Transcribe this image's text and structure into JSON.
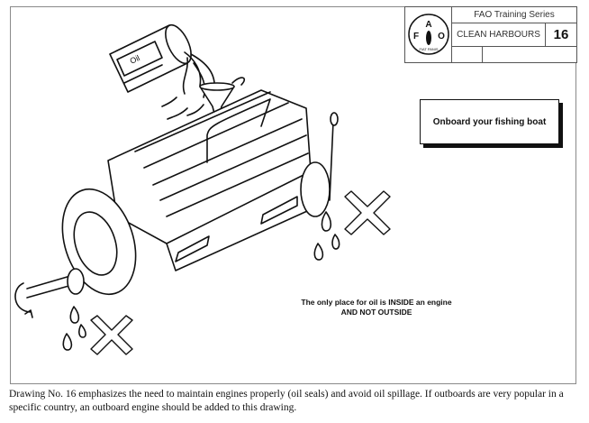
{
  "title_block": {
    "logo_text": "FAO",
    "logo_motto": "FIAT PANIS",
    "series": "FAO Training Series",
    "module": "CLEAN HARBOURS",
    "drawing_number": "16"
  },
  "labels": {
    "oil_can": "Oil",
    "onboard_box": "Onboard your fishing boat",
    "message_line1": "The only place for oil is INSIDE an engine",
    "message_line2": "AND NOT OUTSIDE"
  },
  "caption": "Drawing No. 16 emphasizes the need to maintain engines properly (oil seals) and avoid oil spillage. If outboards are very popular in a specific country, an outboard engine should be added to this drawing."
}
